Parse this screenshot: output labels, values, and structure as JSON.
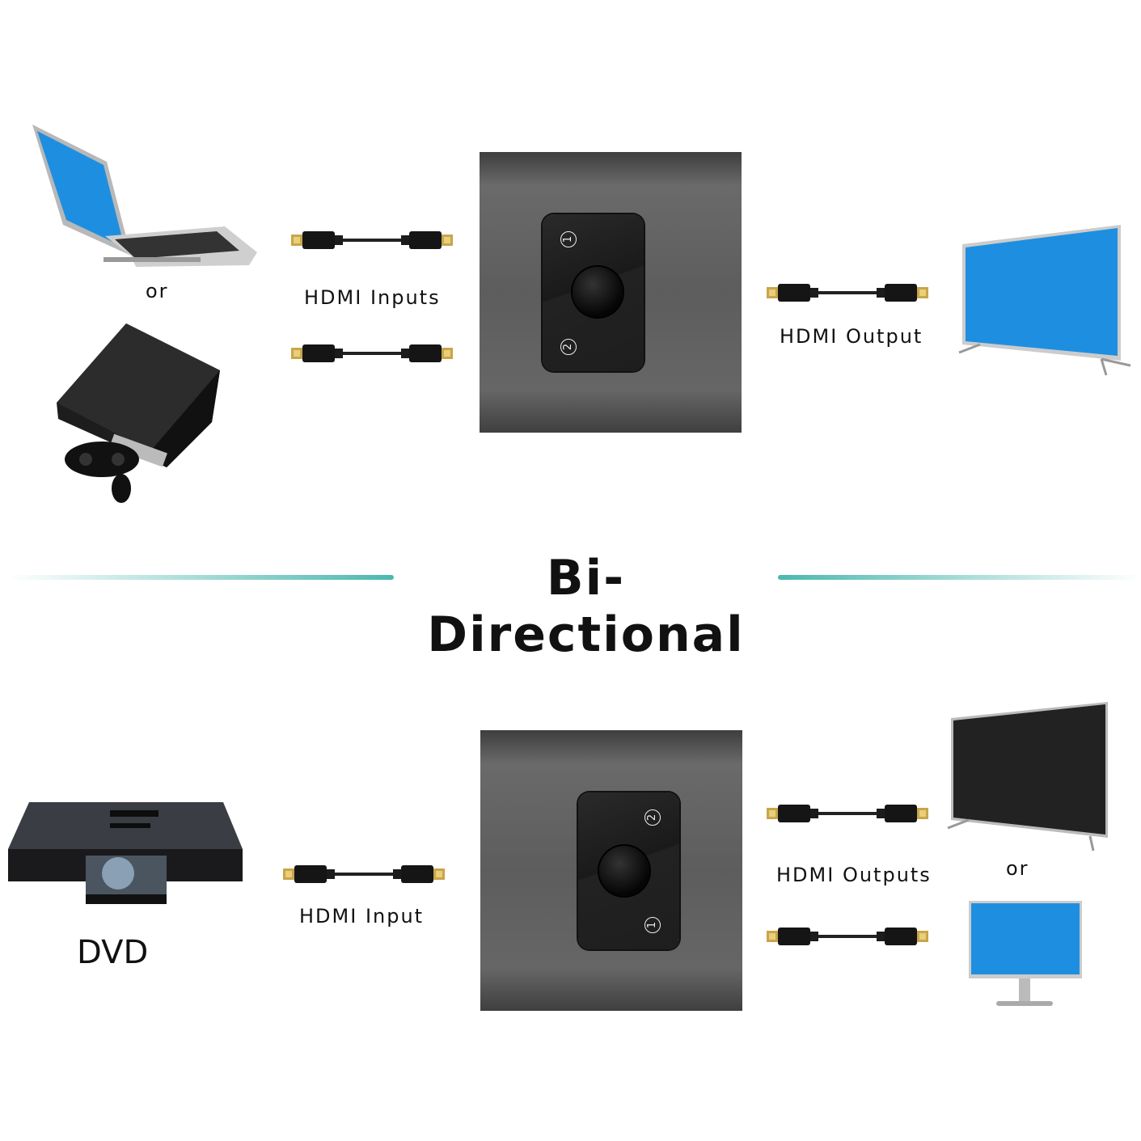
{
  "title": "Bi-Directional",
  "top": {
    "or_label": "or",
    "inputs_label": "HDMI Inputs",
    "output_label": "HDMI Output",
    "switch_numbers": [
      "1",
      "2"
    ]
  },
  "bottom": {
    "dvd_label": "DVD",
    "input_label": "HDMI Input",
    "outputs_label": "HDMI Outputs",
    "or_label": "or",
    "switch_numbers": [
      "2",
      "1"
    ]
  },
  "colors": {
    "accent_line": "#4bb8ae",
    "screen_blue": "#1e8fe0",
    "switch_body": "#5d5d5d"
  }
}
